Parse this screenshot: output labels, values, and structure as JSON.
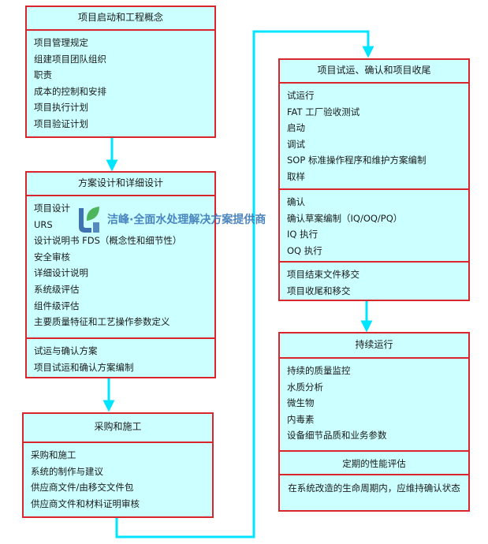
{
  "boxes": {
    "initiation": {
      "title": "项目启动和工程概念",
      "items": [
        "项目管理规定",
        "组建项目团队组织",
        "职责",
        "成本的控制和安排",
        "项目执行计划",
        "项目验证计划"
      ]
    },
    "design": {
      "title": "方案设计和详细设计",
      "items": [
        "项目设计",
        "URS",
        "设计说明书 FDS（概念性和细节性）",
        "安全审核",
        "详细设计说明",
        "系统级评估",
        "组件级评估",
        "主要质量特征和工艺操作参数定义"
      ],
      "items2": [
        "试运与确认方案",
        "项目试运和确认方案编制"
      ]
    },
    "procurement": {
      "title": "采购和施工",
      "items": [
        "采购和施工",
        "系统的制作与建议",
        "供应商文件/由移交文件包",
        "供应商文件和材料证明审核"
      ]
    },
    "commissioning": {
      "title": "项目试运、确认和项目收尾",
      "items": [
        "试运行",
        "FAT 工厂验收测试",
        "启动",
        "调试",
        "SOP 标准操作程序和维护方案编制",
        "取样"
      ],
      "items2": [
        "确认",
        "确认草案编制（IQ/OQ/PQ）",
        "IQ 执行",
        "OQ 执行"
      ],
      "items3": [
        "项目结束文件移交",
        "项目收尾和移交"
      ]
    },
    "operation": {
      "title": "持续运行",
      "items": [
        "持续的质量监控",
        "水质分析",
        "微生物",
        "内毒素",
        "设备细节品质和业务参数"
      ],
      "sub_title": "定期的性能评估",
      "note": "在系统改造的生命周期内，应维持确认状态"
    }
  },
  "watermark": {
    "text": "洁峰·全面水处理解决方案提供商",
    "logo": "jiefeng-logo-icon"
  },
  "colors": {
    "box_fill": "#ccffff",
    "box_border": "#d9262c",
    "connector": "#00e5ff",
    "watermark": "#3b78b8"
  }
}
